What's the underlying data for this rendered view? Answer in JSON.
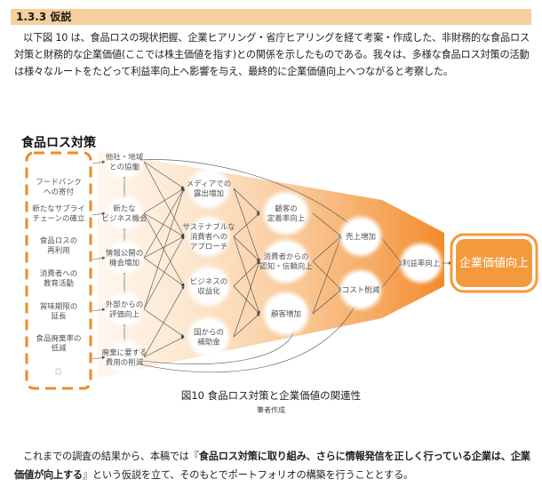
{
  "section": {
    "heading": "1.3.3 仮説"
  },
  "intro": "以下図 10 は、食品ロスの現状把握、企業ヒアリング・省庁ヒアリングを経て考案・作成した、非財務的な食品ロス対策と財務的な企業価値(ここでは株主価値を指す)との関係を示したものである。我々は、多様な食品ロス対策の活動は様々なルートをたどって利益率向上へ影響を与え、最終的に企業価値向上へつながると考察した。",
  "diagram": {
    "title": "食品ロス対策",
    "measures": [
      [
        "フードバンク",
        "への寄付"
      ],
      [
        "新たなサプライ",
        "チェーンの確立"
      ],
      [
        "食品ロスの",
        "再利用"
      ],
      [
        "消費者への",
        "教育活動"
      ],
      [
        "賞味期限の",
        "延長"
      ],
      [
        "食品廃棄率の",
        "低減"
      ]
    ],
    "col1": [
      [
        "他社・地域",
        "との協働"
      ],
      [
        "新たな",
        "ビジネス機会"
      ],
      [
        "情報公開の",
        "機会増加"
      ],
      [
        "外部からの",
        "評価向上"
      ],
      [
        "廃棄に要する",
        "費用の削減"
      ]
    ],
    "col2": [
      [
        "メディアでの",
        "露出増加"
      ],
      [
        "サステナブルな",
        "消費者への",
        "アプローチ"
      ],
      [
        "ビジネスの",
        "収益化"
      ],
      [
        "国からの",
        "補助金"
      ]
    ],
    "col3": [
      [
        "顧客の",
        "定着率向上"
      ],
      [
        "消費者からの",
        "認知・信頼向上"
      ],
      [
        "顧客増加"
      ]
    ],
    "col4": [
      [
        "売上増加"
      ],
      [
        "コスト削減"
      ]
    ],
    "profit": "利益率向上",
    "goal": "企業価値向上",
    "colors": {
      "orange": "#f39a3c",
      "dashed": "#f08a24",
      "node": "#ffffff",
      "arrow": "#444444"
    }
  },
  "figure": {
    "caption": "図10 食品ロス対策と企業価値の関連性",
    "credit": "筆者作成"
  },
  "conclusion": {
    "part1": "これまでの調査の結果から、本稿では『",
    "bold": "食品ロス対策に取り組み、さらに情報発信を正しく行っている企業は、企業価値が向上する",
    "part2": "』という仮説を立て、そのもとでポートフォリオの構築を行うこととする。"
  }
}
